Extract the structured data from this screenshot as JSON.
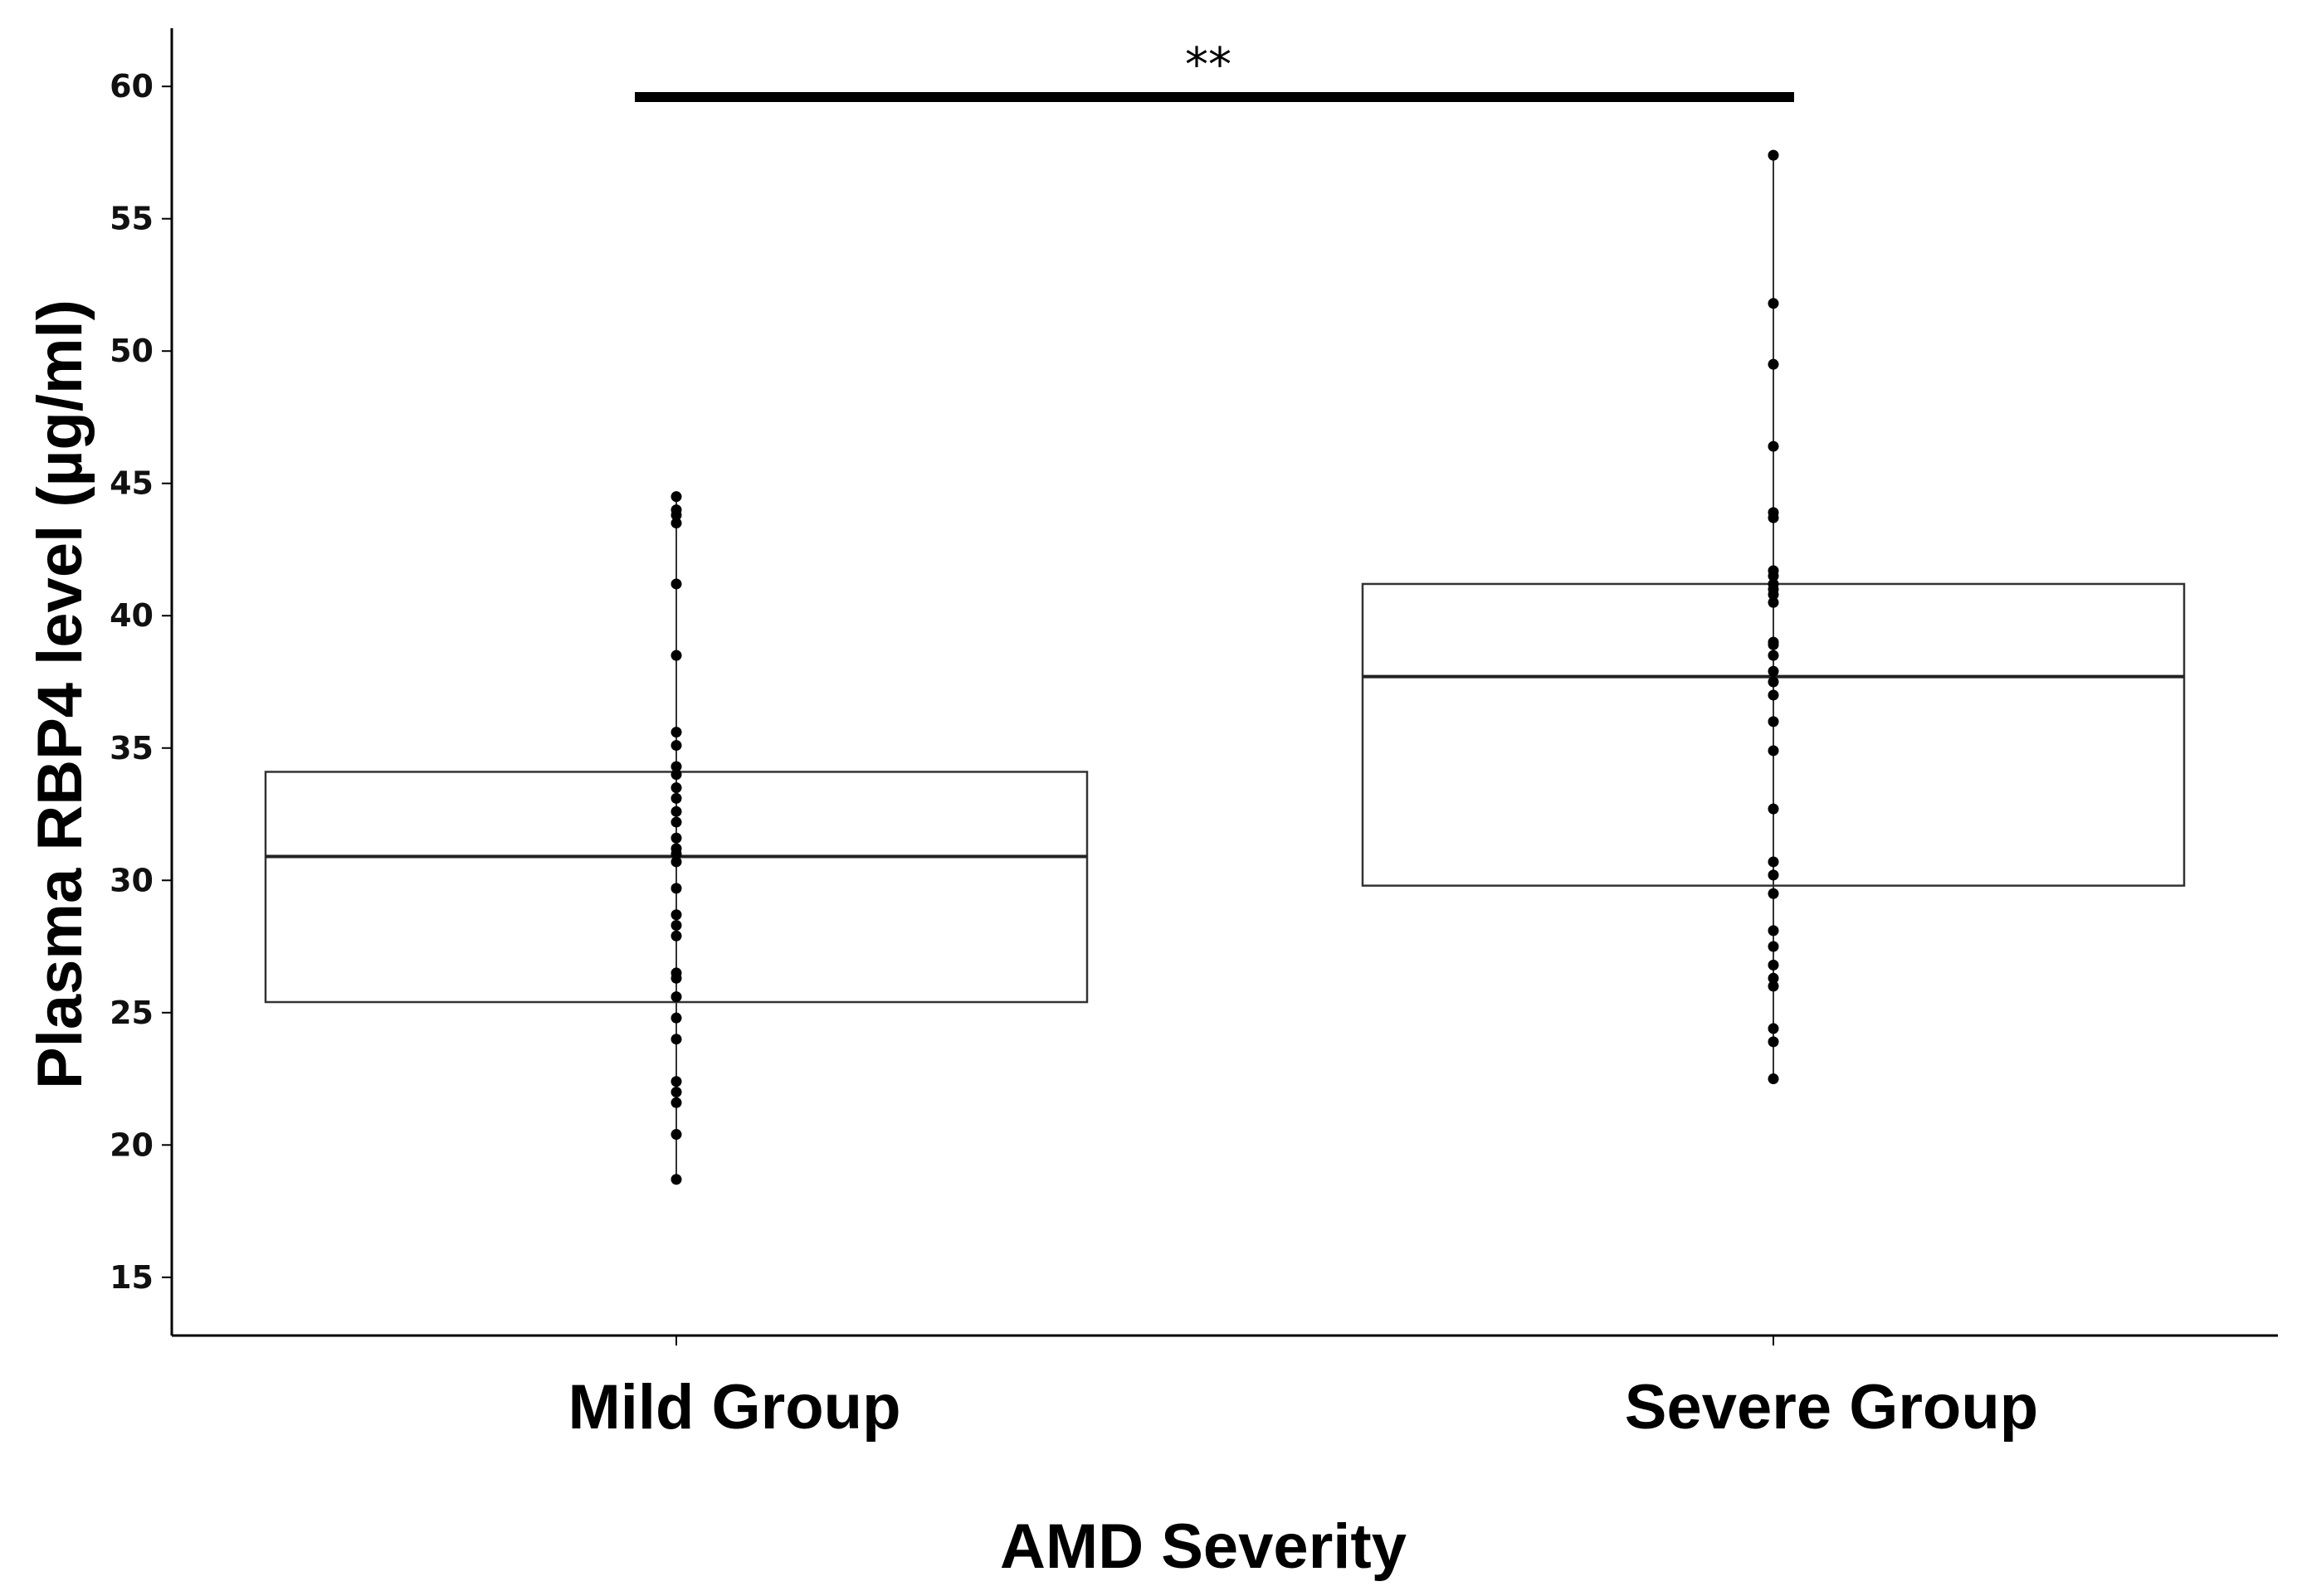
{
  "chart_data": {
    "type": "box",
    "ylabel": "Plasma RBP4 level (µg/ml)",
    "xlabel": "AMD Severity",
    "ylim": [
      12.8,
      62.2
    ],
    "yticks": [
      15,
      20,
      25,
      30,
      35,
      40,
      45,
      50,
      55,
      60
    ],
    "grid": false,
    "categories": [
      "Mild Group",
      "Severe Group"
    ],
    "boxes": [
      {
        "category": "Mild Group",
        "q1": 25.4,
        "median": 30.9,
        "q3": 34.1,
        "points": [
          18.7,
          20.4,
          21.6,
          22.0,
          22.4,
          24.0,
          24.8,
          25.6,
          26.3,
          26.5,
          27.9,
          28.3,
          28.7,
          29.7,
          30.7,
          31.0,
          31.2,
          31.6,
          32.2,
          32.6,
          33.1,
          33.5,
          34.0,
          34.3,
          35.1,
          35.6,
          38.5,
          41.2,
          43.5,
          43.8,
          44.0,
          44.5
        ]
      },
      {
        "category": "Severe Group",
        "q1": 29.8,
        "median": 37.7,
        "q3": 41.2,
        "points": [
          22.5,
          23.9,
          24.4,
          26.0,
          26.3,
          26.8,
          27.5,
          28.1,
          29.5,
          30.2,
          30.7,
          32.7,
          34.9,
          36.0,
          37.0,
          37.5,
          37.9,
          38.5,
          38.9,
          39.0,
          40.5,
          40.8,
          41.0,
          41.2,
          41.5,
          41.7,
          43.7,
          43.9,
          46.4,
          49.5,
          51.8,
          57.4
        ]
      }
    ],
    "significance": {
      "label": "**",
      "from": "Mild Group",
      "to": "Severe Group",
      "y": 59.6
    }
  }
}
